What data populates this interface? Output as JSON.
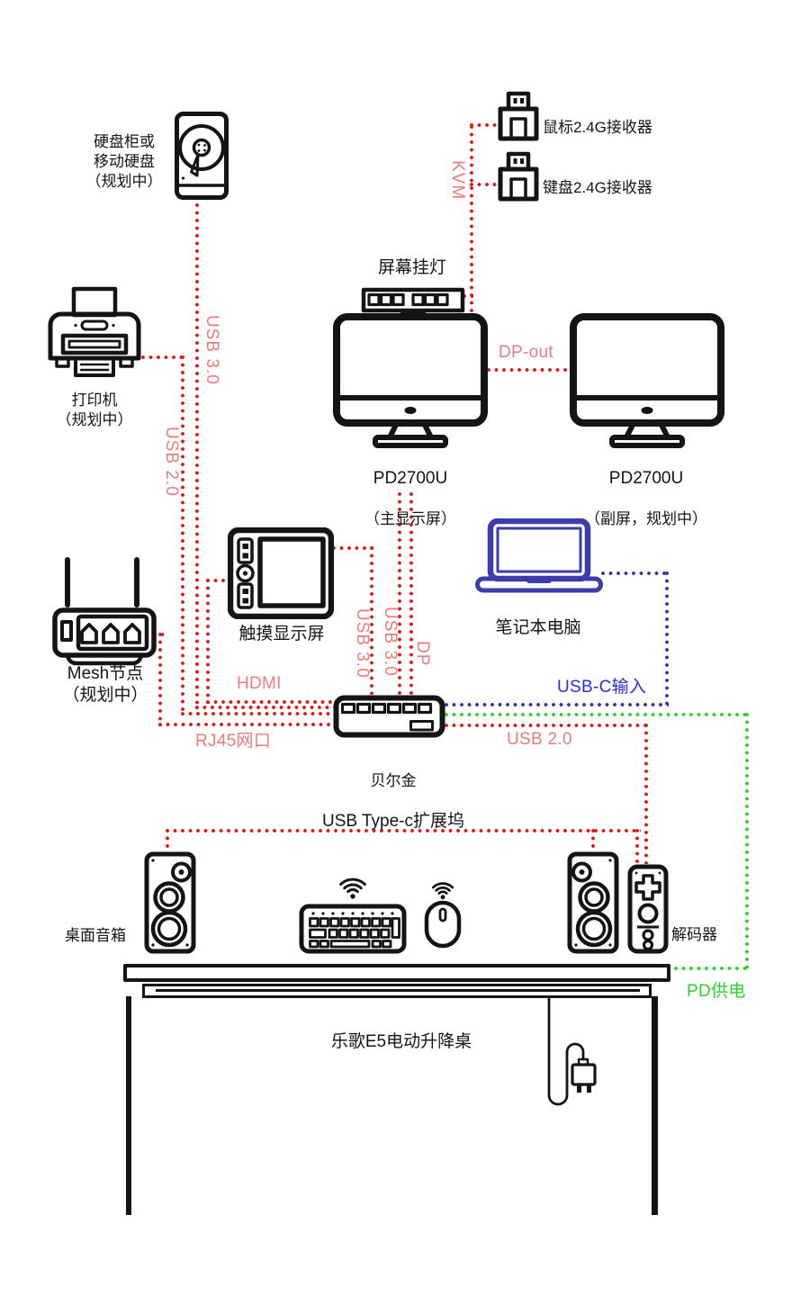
{
  "diagram": {
    "devices": {
      "hdd": {
        "label": "硬盘柜或\n移动硬盘\n（规划中）"
      },
      "mouse_receiver": {
        "label": "鼠标2.4G接收器"
      },
      "keyboard_receiver": {
        "label": "键盘2.4G接收器"
      },
      "screen_light": {
        "label": "屏幕挂灯"
      },
      "monitor_main": {
        "model": "PD2700U",
        "note": "（主显示屏）"
      },
      "monitor_secondary": {
        "model": "PD2700U",
        "note": "（副屏，规划中）"
      },
      "printer": {
        "label": "打印机\n（规划中）"
      },
      "mesh_node": {
        "label": "Mesh节点\n（规划中）"
      },
      "touch_display": {
        "label": "触摸显示屏"
      },
      "laptop": {
        "label": "笔记本电脑"
      },
      "dock": {
        "brand": "贝尔金",
        "label": "USB Type-c扩展坞"
      },
      "speakers": {
        "label": "桌面音箱"
      },
      "decoder": {
        "label": "解码器"
      },
      "desk": {
        "label": "乐歌E5电动升降桌"
      }
    },
    "connections": {
      "kvm": "KVM",
      "usb30_hdd": "USB 3.0",
      "usb20_printer": "USB 2.0",
      "dp_out": "DP-out",
      "hdmi": "HDMI",
      "rj45": "RJ45网口",
      "usb30_touch": "USB 3.0",
      "usb30_monitor": "USB 3.0",
      "dp_monitor": "DP",
      "usb20_decoder": "USB 2.0",
      "usbc_input": "USB-C输入",
      "pd_power": "PD供电"
    },
    "colors": {
      "cable_red": "#e11717",
      "label_red": "#ee7a7a",
      "cable_blue": "#3232b4",
      "label_blue": "#2b2bdb",
      "cable_green": "#2bd32b",
      "icon_black": "#141414",
      "laptop_blue": "#3c3cab"
    }
  }
}
